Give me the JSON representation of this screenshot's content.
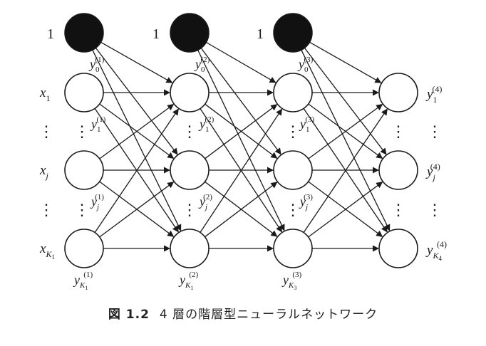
{
  "figure": {
    "caption_label": "図 1.2",
    "caption_text": "4 層の階層型ニューラルネットワーク"
  },
  "colors": {
    "ink": "#1a1a1a",
    "bias_fill": "#111111",
    "node_fill": "#ffffff"
  },
  "network": {
    "layers": [
      {
        "bias": {
          "value": "1",
          "label": {
            "base": "y",
            "sub": "0",
            "sup": "(1)"
          }
        },
        "nodes": [
          {
            "input": {
              "base": "x",
              "sub": "1"
            },
            "label": {
              "base": "y",
              "sub": "1",
              "sup": "(1)"
            }
          },
          {
            "input": {
              "base": "x",
              "sub": "j"
            },
            "label": {
              "base": "y",
              "sub": "j",
              "sup": "(1)"
            }
          },
          {
            "input": {
              "base": "x",
              "sub": "K",
              "subsub": "1"
            },
            "label": {
              "base": "y",
              "sub": "K",
              "subsub": "1",
              "sup": "(1)"
            }
          }
        ]
      },
      {
        "bias": {
          "value": "1",
          "label": {
            "base": "y",
            "sub": "0",
            "sup": "(2)"
          }
        },
        "nodes": [
          {
            "label": {
              "base": "y",
              "sub": "1",
              "sup": "(2)"
            }
          },
          {
            "label": {
              "base": "y",
              "sub": "j",
              "sup": "(2)"
            }
          },
          {
            "label": {
              "base": "y",
              "sub": "K",
              "subsub": "1",
              "sup": "(2)"
            }
          }
        ]
      },
      {
        "bias": {
          "value": "1",
          "label": {
            "base": "y",
            "sub": "0",
            "sup": "(3)"
          }
        },
        "nodes": [
          {
            "label": {
              "base": "y",
              "sub": "1",
              "sup": "(3)"
            }
          },
          {
            "label": {
              "base": "y",
              "sub": "j",
              "sup": "(3)"
            }
          },
          {
            "label": {
              "base": "y",
              "sub": "K",
              "subsub": "3",
              "sup": "(3)"
            }
          }
        ]
      },
      {
        "nodes": [
          {
            "label": {
              "base": "y",
              "sub": "1",
              "sup": "(4)"
            }
          },
          {
            "label": {
              "base": "y",
              "sub": "j",
              "sup": "(4)"
            }
          },
          {
            "label": {
              "base": "y",
              "sub": "K",
              "subsub": "4",
              "sup": "(4)"
            }
          }
        ]
      }
    ],
    "ellipsis": "⋮"
  }
}
